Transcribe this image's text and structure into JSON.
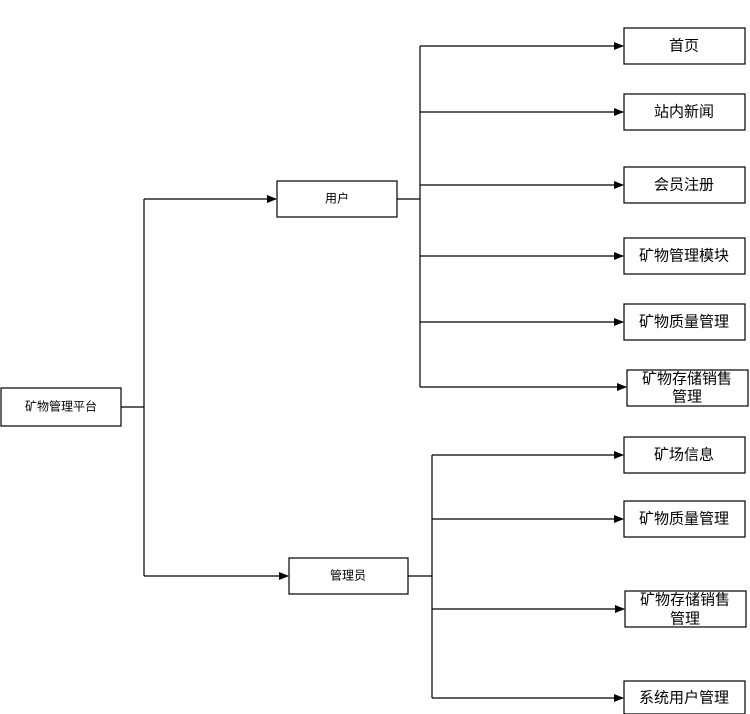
{
  "diagram": {
    "root": {
      "label": "矿物管理平台"
    },
    "branches": [
      {
        "label": "用户",
        "children": [
          {
            "label": "首页"
          },
          {
            "label": "站内新闻"
          },
          {
            "label": "会员注册"
          },
          {
            "label": "矿物管理模块"
          },
          {
            "label": "矿物质量管理"
          },
          {
            "label": [
              "矿物存储销售",
              "管理"
            ]
          }
        ]
      },
      {
        "label": "管理员",
        "children": [
          {
            "label": "矿场信息"
          },
          {
            "label": "矿物质量管理"
          },
          {
            "label": [
              "矿物存储销售",
              "管理"
            ]
          },
          {
            "label": "系统用户管理"
          }
        ]
      }
    ]
  }
}
